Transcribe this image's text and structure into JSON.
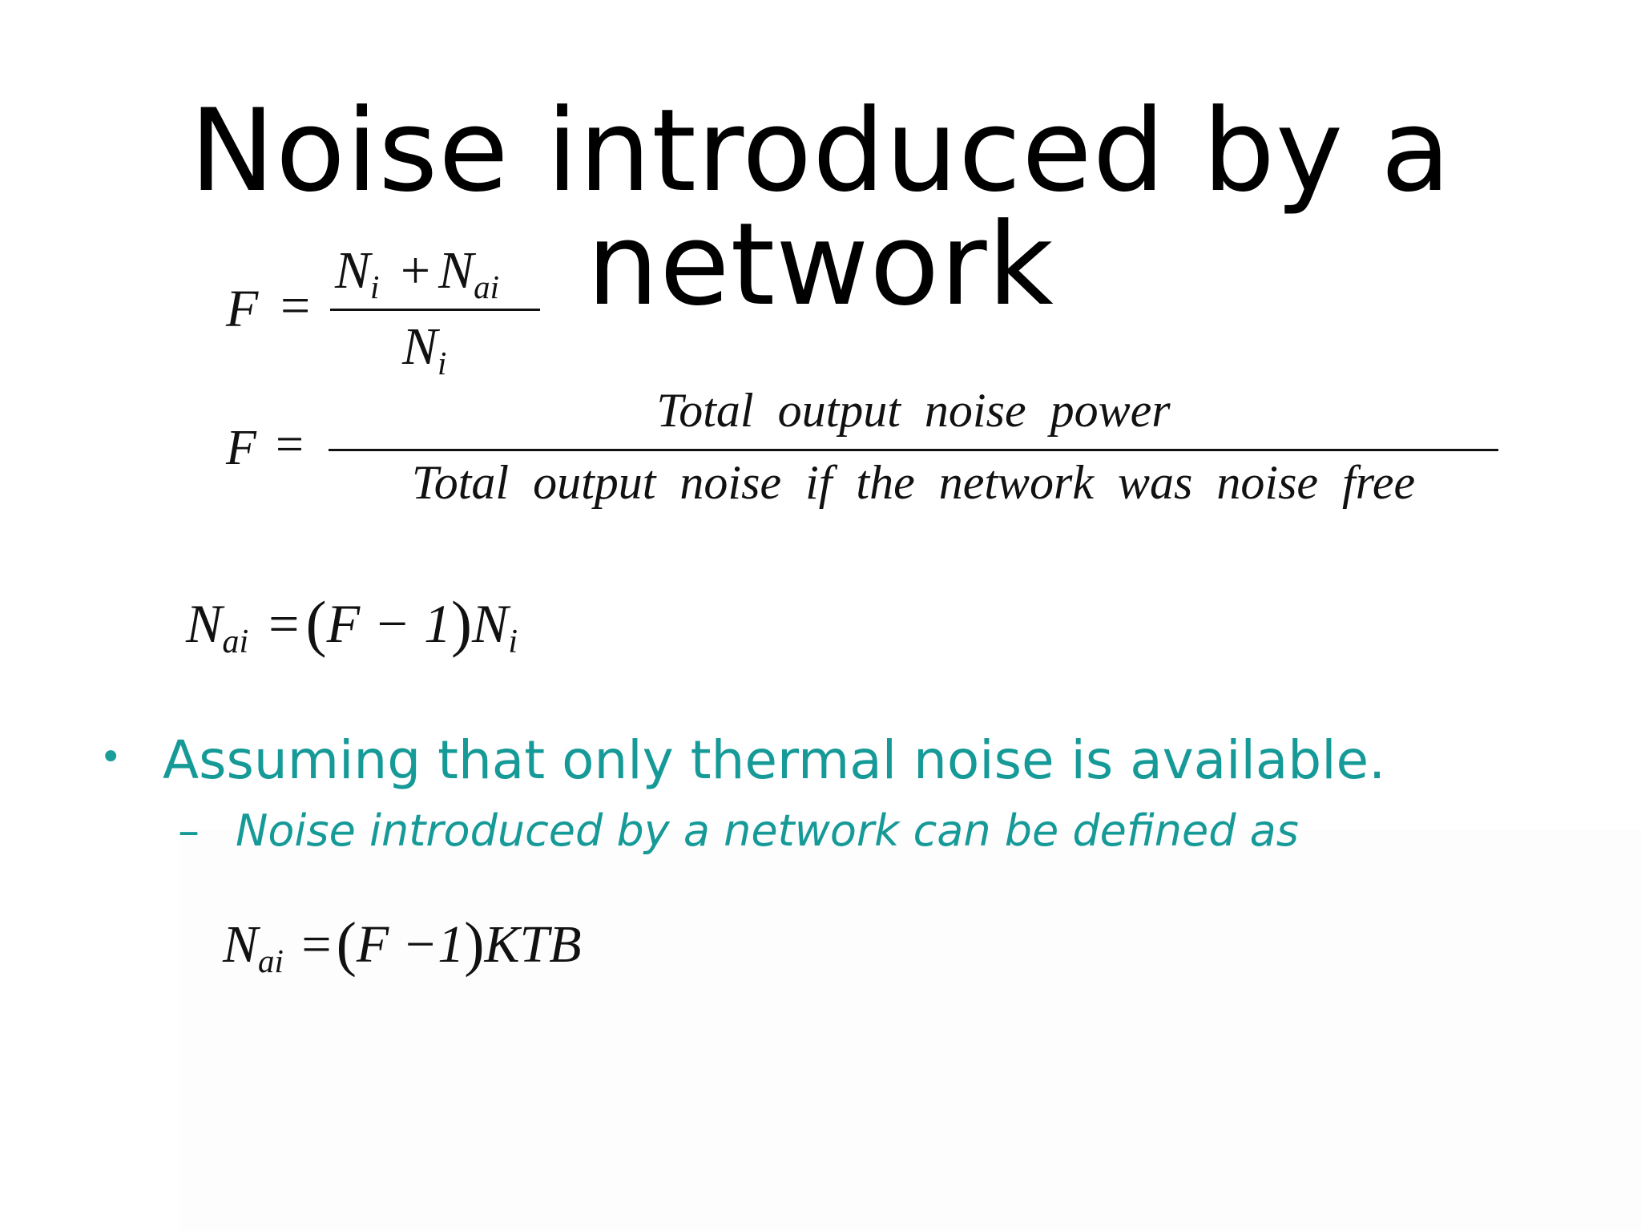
{
  "slide": {
    "title": "Noise introduced by a network"
  },
  "eq1": {
    "lhs": "F",
    "eq": "=",
    "num_a": "N",
    "num_a_sub": "i",
    "plus": "+",
    "num_b": "N",
    "num_b_sub": "ai",
    "den": "N",
    "den_sub": "i"
  },
  "eq2": {
    "lhs": "F",
    "eq": "=",
    "numerator": "Total  output  noise  power",
    "denominator": "Total  output  noise  if  the  network  was  noise  free"
  },
  "eq3": {
    "lhs": "N",
    "lhs_sub": "ai",
    "eq": "=",
    "lparen": "(",
    "inner": "F − 1",
    "rparen": ")",
    "rhs": "N",
    "rhs_sub": "i"
  },
  "bullets": {
    "main_marker": "•",
    "main": "Assuming that only thermal noise is available.",
    "sub_marker": "–",
    "sub": "Noise introduced by a network can be defined as"
  },
  "eq4": {
    "lhs": "N",
    "lhs_sub": "ai",
    "eq": "=",
    "lparen": "(",
    "inner": "F −1",
    "rparen": ")",
    "rhs": "KTB"
  }
}
